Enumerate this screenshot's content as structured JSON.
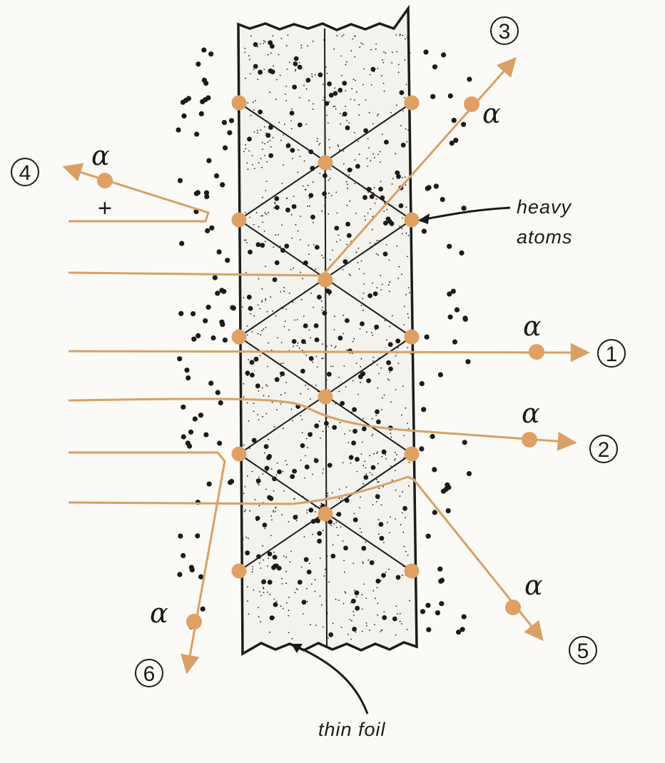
{
  "labels": {
    "alpha": "α",
    "plus": "+",
    "heavy_atoms_line1": "heavy",
    "heavy_atoms_line2": "atoms",
    "thin_foil": "thin foil"
  },
  "paths": [
    {
      "id": "1",
      "number": "1"
    },
    {
      "id": "2",
      "number": "2"
    },
    {
      "id": "3",
      "number": "3"
    },
    {
      "id": "4",
      "number": "4"
    },
    {
      "id": "5",
      "number": "5"
    },
    {
      "id": "6",
      "number": "6"
    }
  ],
  "colors": {
    "alpha_path": "#d9a066",
    "alpha_particle": "#e0a064",
    "ink": "#1b1b1b",
    "foil_fill": "#f4f2ec",
    "background": "#fbfaf6"
  }
}
